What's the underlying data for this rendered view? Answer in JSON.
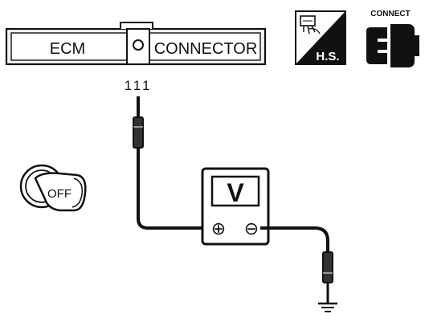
{
  "ecm_connector": {
    "left_label": "ECM",
    "right_label": "CONNECTOR"
  },
  "pin": {
    "number": "111"
  },
  "harness_symbol": {
    "label": "H.S.",
    "icon": "harness-connector-icon"
  },
  "connect_symbol": {
    "label": "CONNECT",
    "icon": "connector-plug-icon"
  },
  "ignition_key": {
    "position": "OFF",
    "icon": "ignition-key-icon"
  },
  "voltmeter": {
    "label": "V",
    "positive_terminal": "⊕",
    "negative_terminal": "⊖"
  },
  "ground": {
    "icon": "ground-icon"
  },
  "colors": {
    "line": "#111111",
    "background": "#ffffff",
    "fill_dark": "#111111",
    "fill_light": "#f4f4f4"
  }
}
